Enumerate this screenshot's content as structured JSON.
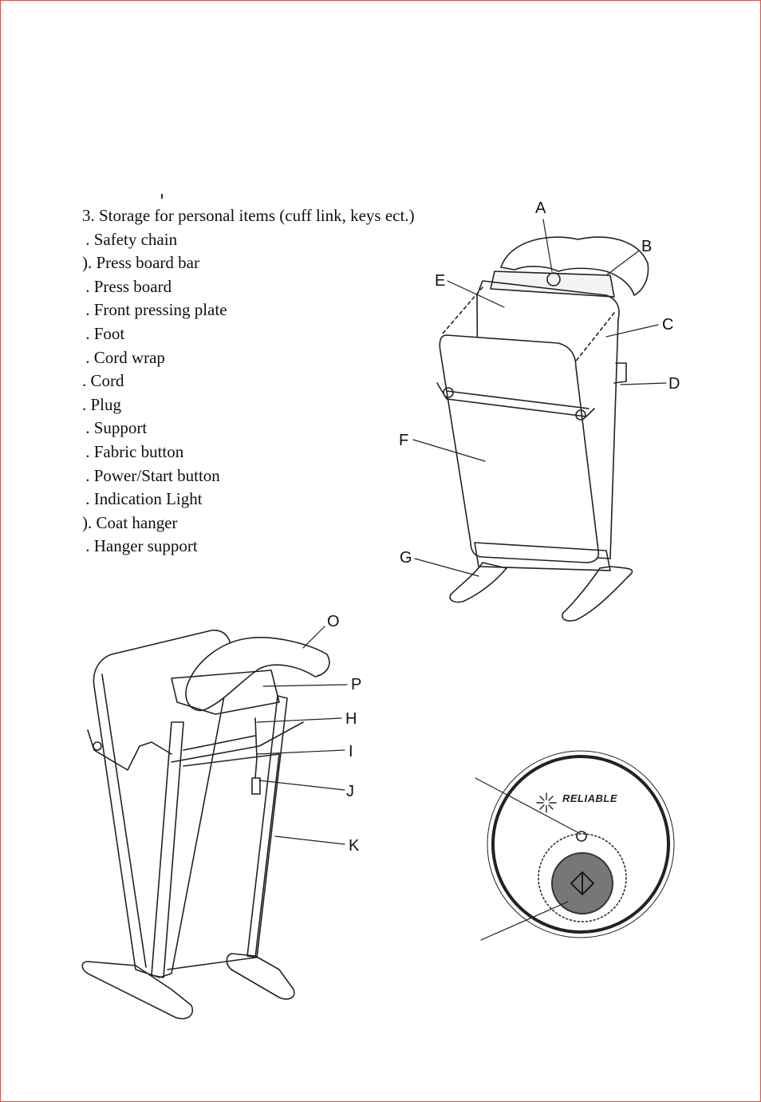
{
  "parts": [
    "3. Storage for personal items (cuff link, keys ect.)",
    " . Safety chain",
    "). Press board bar",
    " . Press board",
    " . Front pressing plate",
    " . Foot",
    " . Cord wrap",
    ". Cord",
    ". Plug",
    " . Support",
    " . Fabric button",
    " . Power/Start button",
    " . Indication Light",
    "). Coat hanger",
    " . Hanger support"
  ],
  "callouts": {
    "A": "A",
    "B": "B",
    "C": "C",
    "D": "D",
    "E": "E",
    "F": "F",
    "G": "G",
    "O": "O",
    "P": "P",
    "H": "H",
    "I": "I",
    "J": "J",
    "K": "K"
  },
  "panel": {
    "brand": "RELIABLE"
  },
  "colors": {
    "border": "#d9534f",
    "line": "#222222",
    "button": "#777777"
  }
}
